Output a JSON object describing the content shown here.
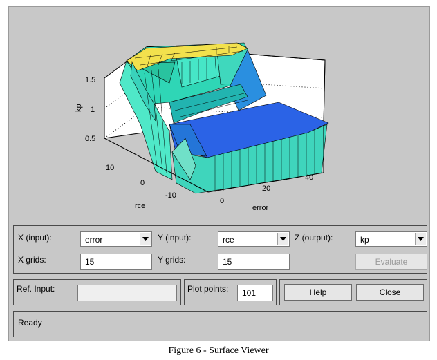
{
  "surface": {
    "axes": {
      "z_label": "kp",
      "x_label": "error",
      "y_label": "rce",
      "z_ticks": [
        "0.5",
        "1",
        "1.5"
      ],
      "x_ticks": [
        "0",
        "20",
        "40"
      ],
      "y_ticks": [
        "-10",
        "0",
        "10"
      ]
    },
    "colors": {
      "high": "#f2e14d",
      "mid": "#31c9b1",
      "low": "#2b63e6",
      "wall": "#4fe8c8"
    }
  },
  "controls": {
    "x_input_label": "X (input):",
    "x_input_value": "error",
    "y_input_label": "Y (input):",
    "y_input_value": "rce",
    "z_output_label": "Z (output):",
    "z_output_value": "kp",
    "x_grids_label": "X grids:",
    "x_grids_value": "15",
    "y_grids_label": "Y grids:",
    "y_grids_value": "15",
    "evaluate_label": "Evaluate",
    "ref_input_label": "Ref. Input:",
    "ref_input_value": "",
    "plot_points_label": "Plot points:",
    "plot_points_value": "101",
    "help_label": "Help",
    "close_label": "Close",
    "status_text": "Ready"
  },
  "caption": "Figure 6 - Surface Viewer"
}
